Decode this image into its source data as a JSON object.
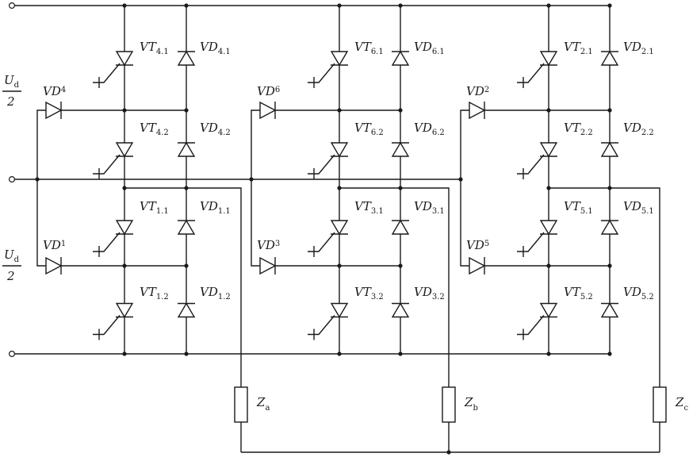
{
  "source": {
    "top": {
      "num": "U",
      "num_sub": "d",
      "den": "2"
    },
    "bottom": {
      "num": "U",
      "num_sub": "d",
      "den": "2"
    }
  },
  "legs": [
    {
      "clamp_top": {
        "main": "VD",
        "sub": "4"
      },
      "clamp_bottom": {
        "main": "VD",
        "sub": "1"
      },
      "switches": [
        {
          "vt": {
            "main": "VT",
            "sub": "4.1"
          },
          "vd": {
            "main": "VD",
            "sub": "4.1"
          }
        },
        {
          "vt": {
            "main": "VT",
            "sub": "4.2"
          },
          "vd": {
            "main": "VD",
            "sub": "4.2"
          }
        },
        {
          "vt": {
            "main": "VT",
            "sub": "1.1"
          },
          "vd": {
            "main": "VD",
            "sub": "1.1"
          }
        },
        {
          "vt": {
            "main": "VT",
            "sub": "1.2"
          },
          "vd": {
            "main": "VD",
            "sub": "1.2"
          }
        }
      ],
      "load": {
        "main": "Z",
        "sub": "a"
      }
    },
    {
      "clamp_top": {
        "main": "VD",
        "sub": "6"
      },
      "clamp_bottom": {
        "main": "VD",
        "sub": "3"
      },
      "switches": [
        {
          "vt": {
            "main": "VT",
            "sub": "6.1"
          },
          "vd": {
            "main": "VD",
            "sub": "6.1"
          }
        },
        {
          "vt": {
            "main": "VT",
            "sub": "6.2"
          },
          "vd": {
            "main": "VD",
            "sub": "6.2"
          }
        },
        {
          "vt": {
            "main": "VT",
            "sub": "3.1"
          },
          "vd": {
            "main": "VD",
            "sub": "3.1"
          }
        },
        {
          "vt": {
            "main": "VT",
            "sub": "3.2"
          },
          "vd": {
            "main": "VD",
            "sub": "3.2"
          }
        }
      ],
      "load": {
        "main": "Z",
        "sub": "b"
      }
    },
    {
      "clamp_top": {
        "main": "VD",
        "sub": "2"
      },
      "clamp_bottom": {
        "main": "VD",
        "sub": "5"
      },
      "switches": [
        {
          "vt": {
            "main": "VT",
            "sub": "2.1"
          },
          "vd": {
            "main": "VD",
            "sub": "2.1"
          }
        },
        {
          "vt": {
            "main": "VT",
            "sub": "2.2"
          },
          "vd": {
            "main": "VD",
            "sub": "2.2"
          }
        },
        {
          "vt": {
            "main": "VT",
            "sub": "5.1"
          },
          "vd": {
            "main": "VD",
            "sub": "5.1"
          }
        },
        {
          "vt": {
            "main": "VT",
            "sub": "5.2"
          },
          "vd": {
            "main": "VD",
            "sub": "5.2"
          }
        }
      ],
      "load": {
        "main": "Z",
        "sub": "c"
      }
    }
  ]
}
